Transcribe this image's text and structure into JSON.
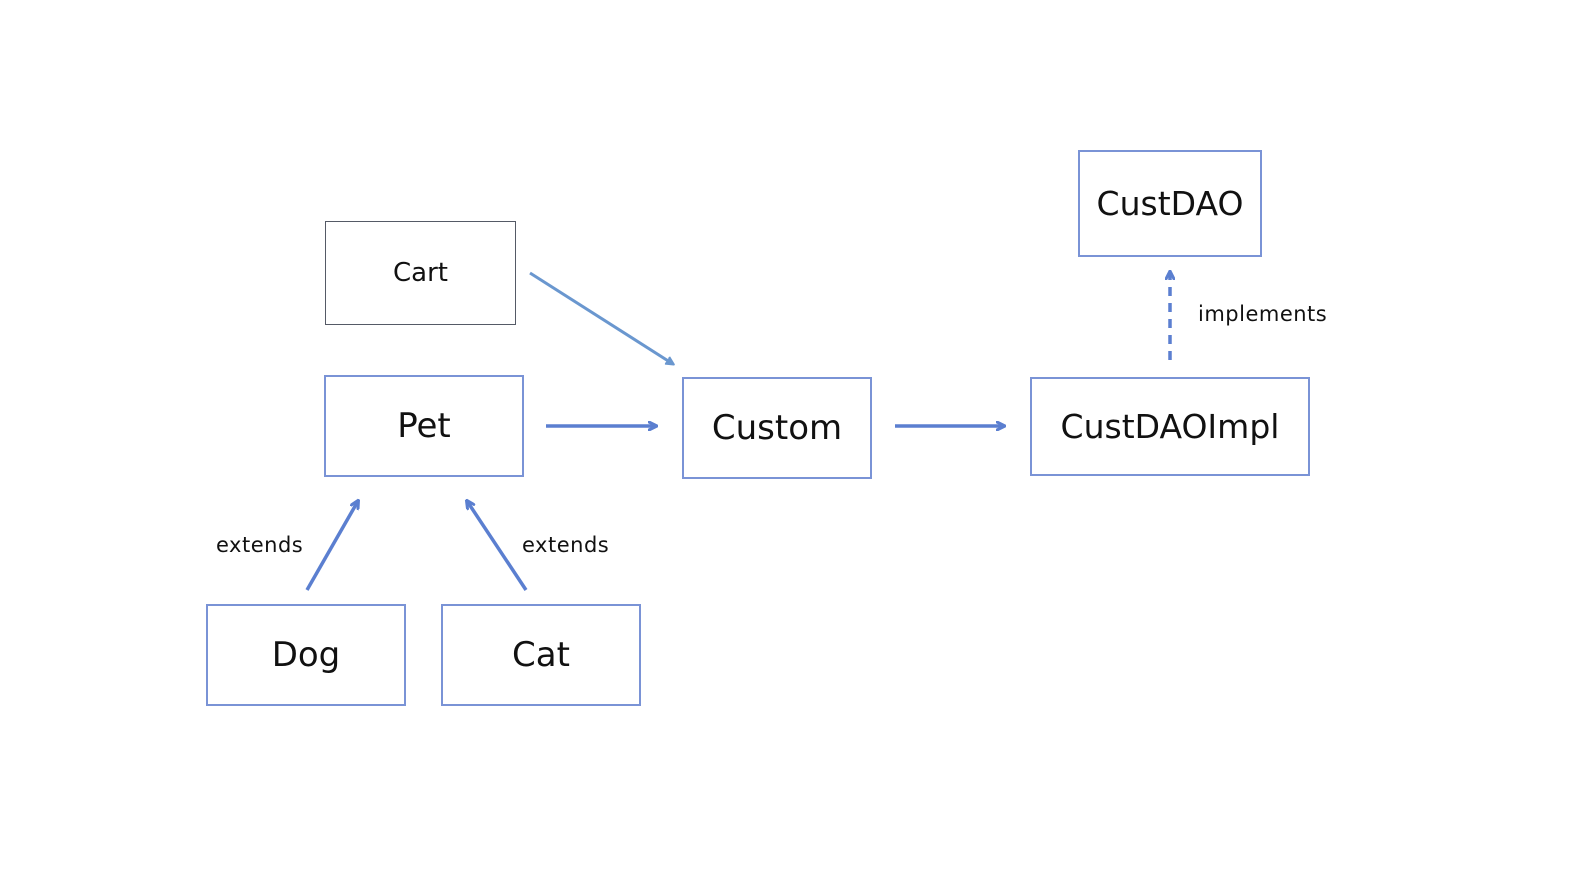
{
  "colors": {
    "arrow": "#5b7fd0",
    "cart_arrow": "#6a97cf",
    "node_border": "#7a93d6",
    "cart_border": "#555a66"
  },
  "nodes": {
    "cart": "Cart",
    "pet": "Pet",
    "custom": "Custom",
    "dog": "Dog",
    "cat": "Cat",
    "custdao": "CustDAO",
    "custdaoimpl": "CustDAOImpl"
  },
  "labels": {
    "extends_dog": "extends",
    "extends_cat": "extends",
    "implements": "implements"
  }
}
